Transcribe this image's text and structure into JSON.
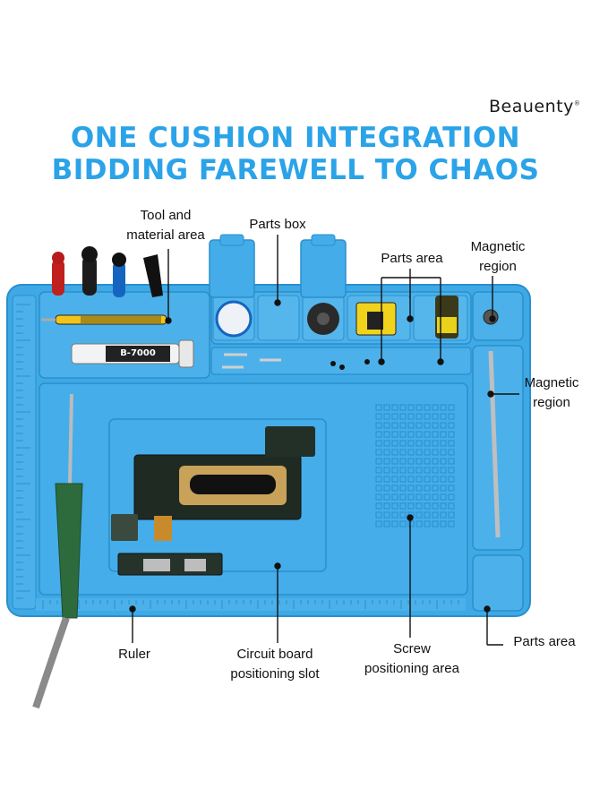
{
  "brand": {
    "name": "Beauenty",
    "mark": "®"
  },
  "headline": {
    "line1": "ONE CUSHION INTEGRATION",
    "line2": "BIDDING FAREWELL TO CHAOS"
  },
  "callouts": {
    "tool_material_line1": "Tool and",
    "tool_material_line2": "material area",
    "parts_box": "Parts box",
    "parts_area_top": "Parts area",
    "magnetic_top_line1": "Magnetic",
    "magnetic_top_line2": "region",
    "magnetic_right_line1": "Magnetic",
    "magnetic_right_line2": "region",
    "ruler": "Ruler",
    "circuit_line1": "Circuit board",
    "circuit_line2": "positioning slot",
    "screw_line1": "Screw",
    "screw_line2": "positioning area",
    "parts_area_bottom": "Parts area"
  },
  "props": {
    "glue_tube_label": "B-7000"
  },
  "colors": {
    "headline": "#2ba3e8",
    "mat": "#3fa9e6",
    "mat_dark": "#2a8fcc",
    "mat_light": "#62bdf0"
  }
}
